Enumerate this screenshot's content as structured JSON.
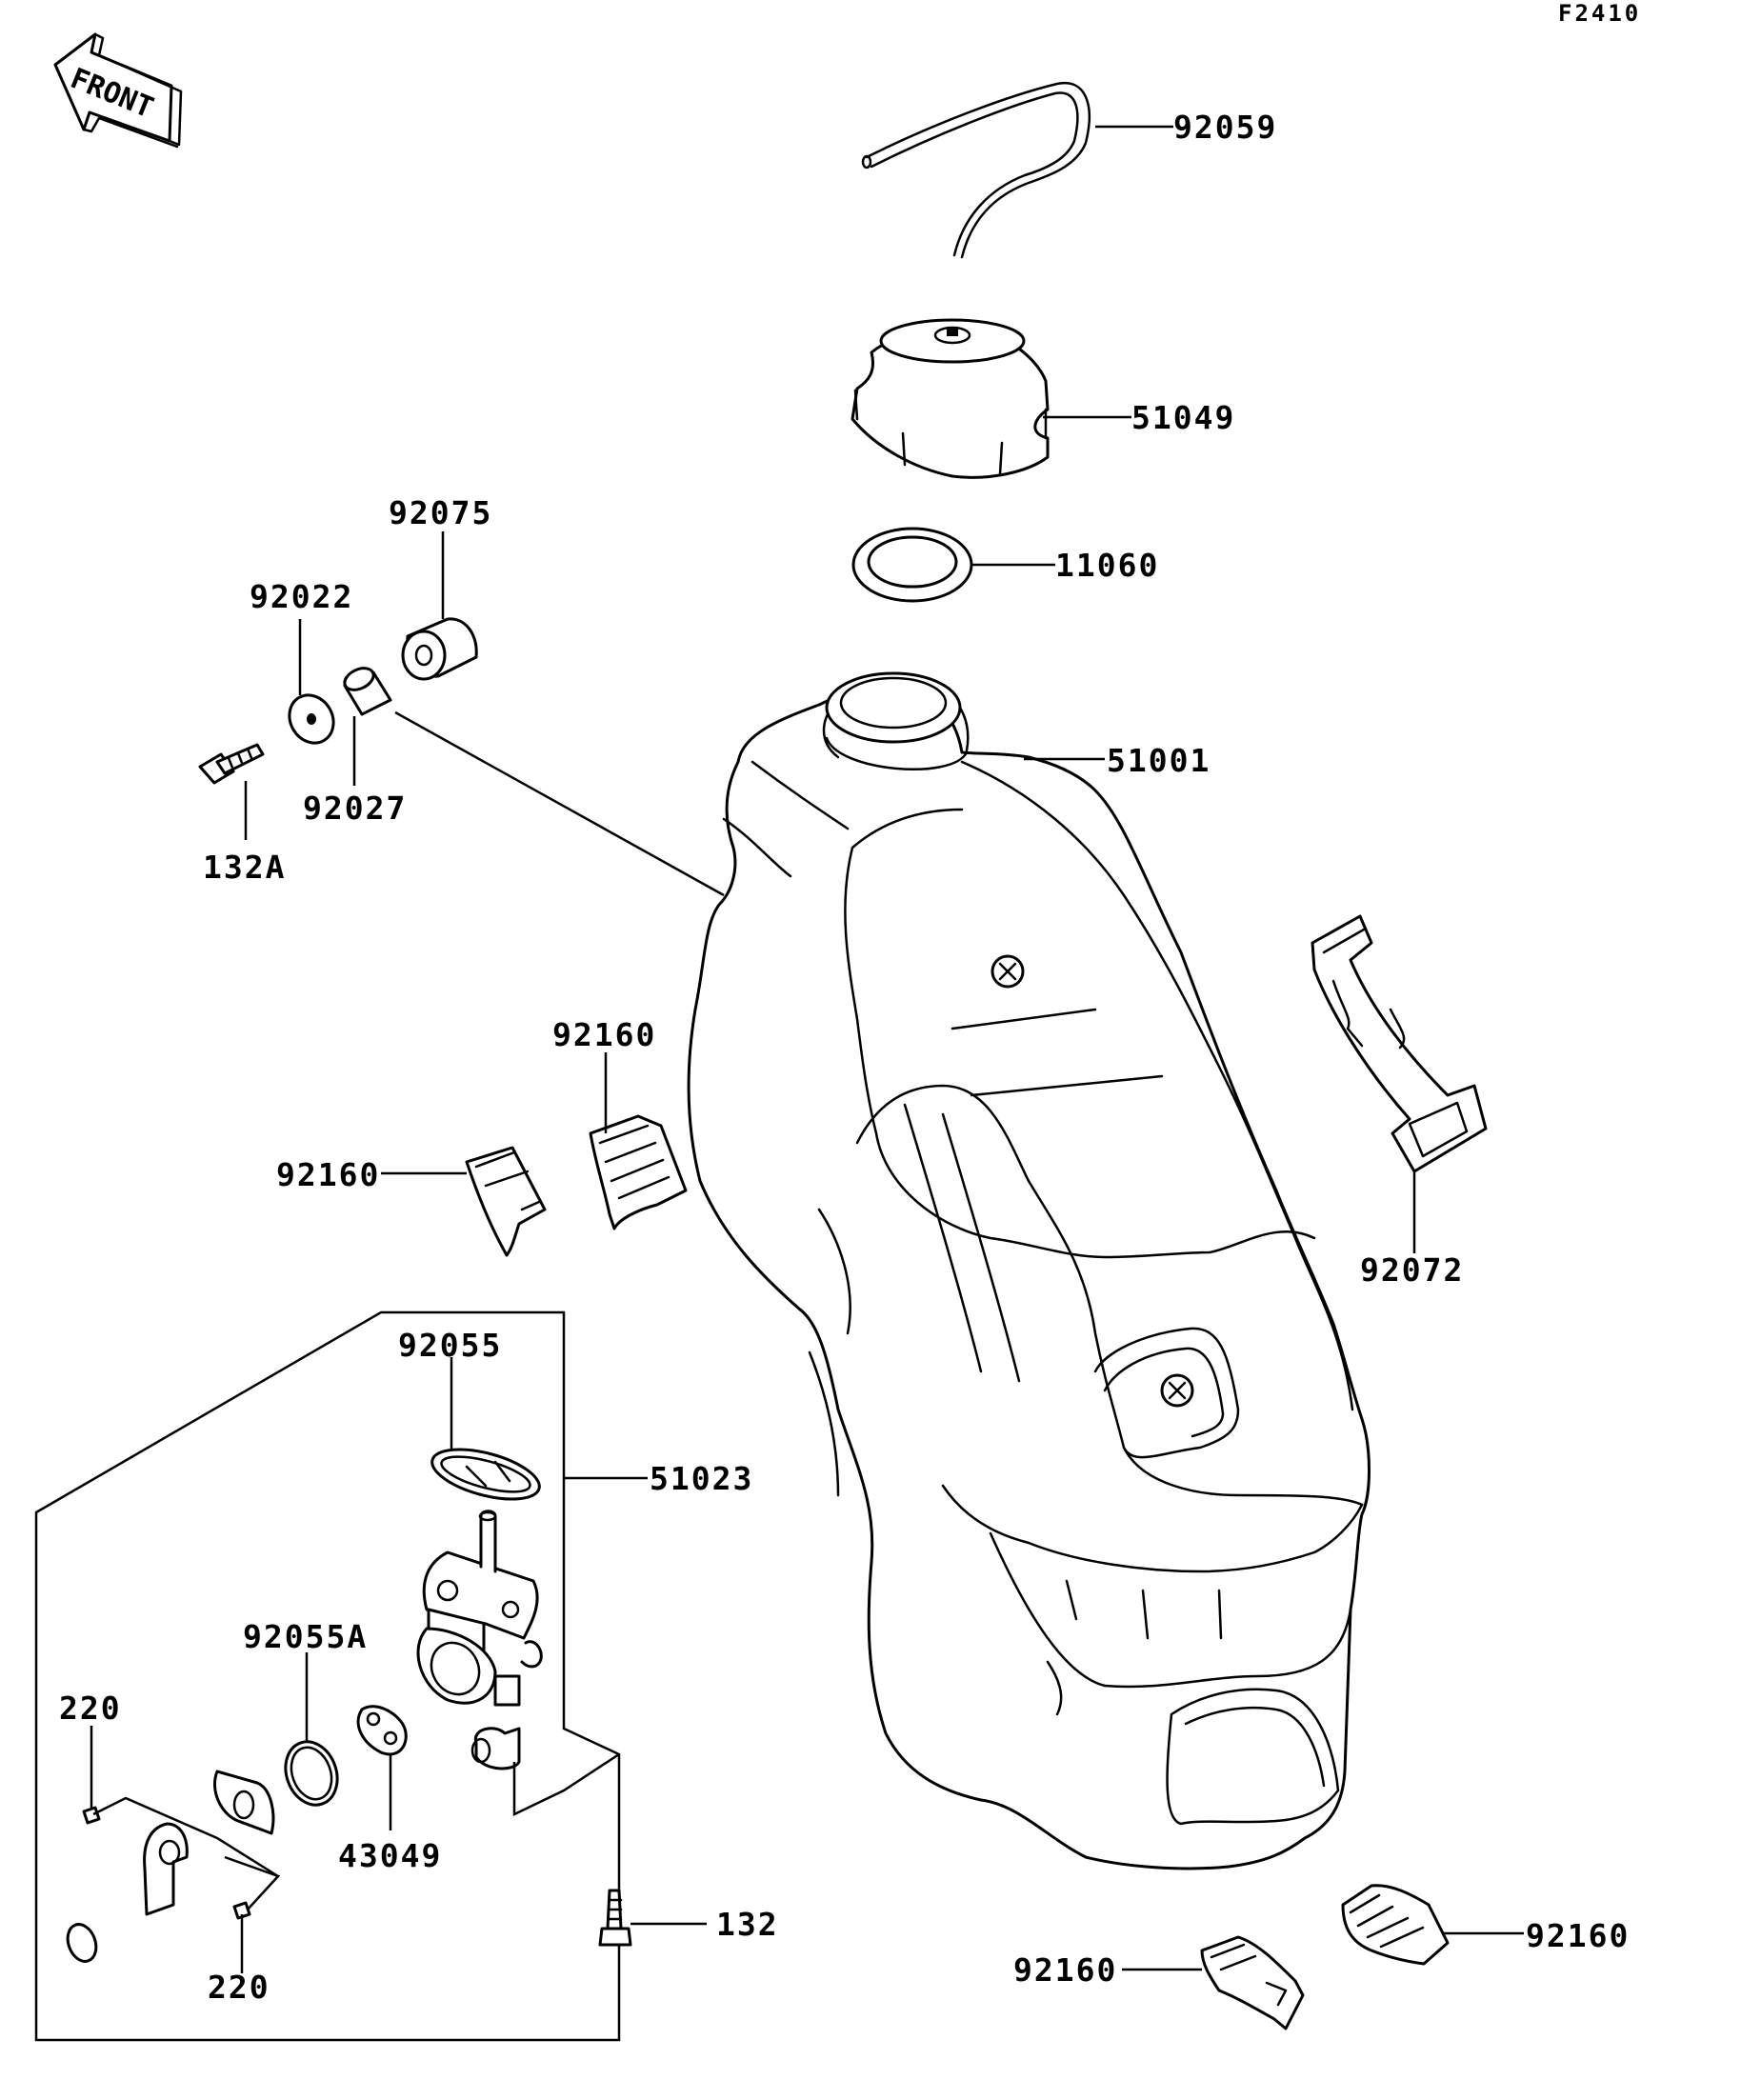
{
  "diagram_code": "F2410",
  "front_label": "FRONT",
  "callouts": [
    "92059",
    "51049",
    "11060",
    "92075",
    "92022",
    "92027",
    "132A",
    "51001",
    "92072",
    "92160",
    "92160",
    "92055",
    "51023",
    "92055A",
    "220",
    "43049",
    "220",
    "132",
    "92160",
    "92160"
  ]
}
